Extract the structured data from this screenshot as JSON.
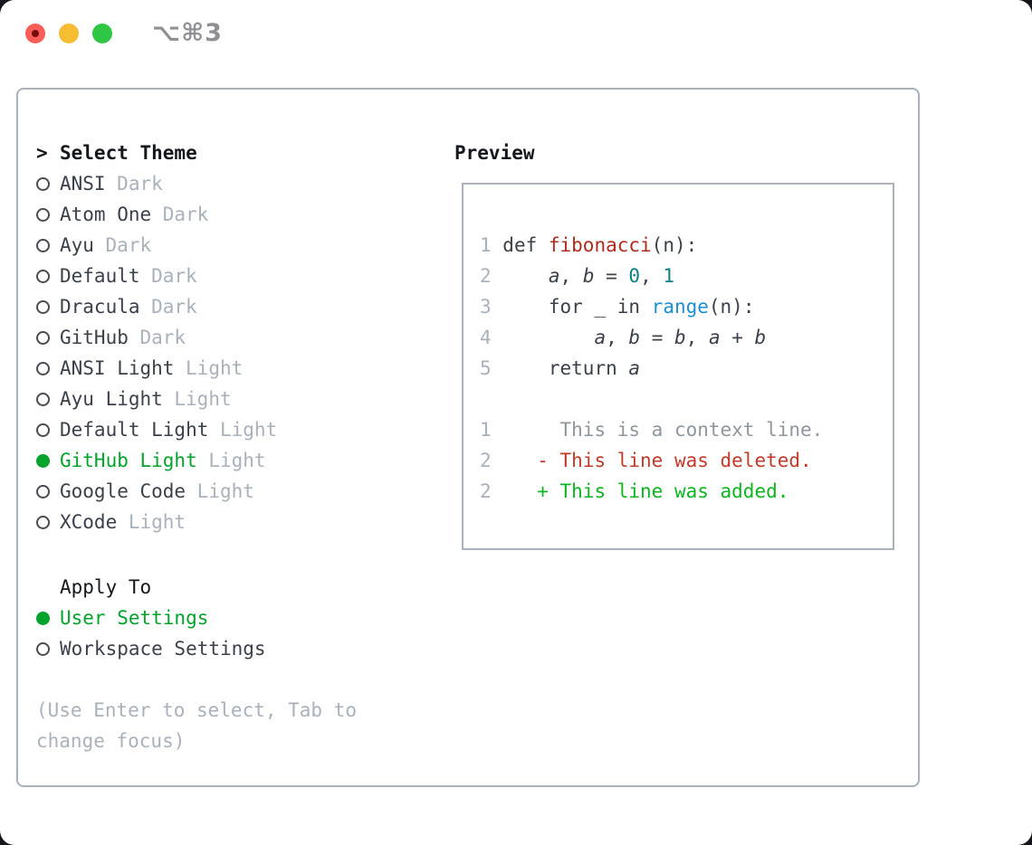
{
  "window": {
    "title": "⌥⌘3",
    "traffic_lights": [
      "close",
      "minimize",
      "zoom"
    ]
  },
  "colors": {
    "accent-green": "#03a32c",
    "added-green": "#0db520",
    "deleted-red": "#c23a28",
    "function-red": "#b12a1e",
    "number-teal": "#0c7f84",
    "builtin-blue": "#1a8fd1",
    "muted-gray": "#a9b1bb",
    "context-gray": "#8f969e",
    "text-dark": "#3b414b",
    "heading-black": "#14171c",
    "border-gray": "#a9b1bb",
    "traffic-red": "#f85e57",
    "traffic-yellow": "#f7bd32",
    "traffic-green": "#2fc646"
  },
  "theme_picker": {
    "prompt": ">",
    "title": "Select Theme",
    "items": [
      {
        "name": "ANSI",
        "variant": "Dark",
        "selected": false
      },
      {
        "name": "Atom One",
        "variant": "Dark",
        "selected": false
      },
      {
        "name": "Ayu",
        "variant": "Dark",
        "selected": false
      },
      {
        "name": "Default",
        "variant": "Dark",
        "selected": false
      },
      {
        "name": "Dracula",
        "variant": "Dark",
        "selected": false
      },
      {
        "name": "GitHub",
        "variant": "Dark",
        "selected": false
      },
      {
        "name": "ANSI Light",
        "variant": "Light",
        "selected": false
      },
      {
        "name": "Ayu Light",
        "variant": "Light",
        "selected": false
      },
      {
        "name": "Default Light",
        "variant": "Light",
        "selected": false
      },
      {
        "name": "GitHub Light",
        "variant": "Light",
        "selected": true
      },
      {
        "name": "Google Code",
        "variant": "Light",
        "selected": false
      },
      {
        "name": "XCode",
        "variant": "Light",
        "selected": false
      }
    ],
    "apply_to": {
      "label": "Apply To",
      "options": [
        {
          "label": "User Settings",
          "selected": true
        },
        {
          "label": "Workspace Settings",
          "selected": false
        }
      ]
    },
    "hint": "(Use Enter to select, Tab to change focus)"
  },
  "preview": {
    "label": "Preview",
    "code_lines": [
      {
        "num": "1",
        "segs": [
          {
            "t": "def ",
            "s": "d"
          },
          {
            "t": "fibonacci",
            "s": "fn"
          },
          {
            "t": "(n):",
            "s": "d"
          }
        ]
      },
      {
        "num": "2",
        "segs": [
          {
            "t": "    ",
            "s": "d"
          },
          {
            "t": "a",
            "s": "v"
          },
          {
            "t": ", ",
            "s": "d"
          },
          {
            "t": "b",
            "s": "v"
          },
          {
            "t": " = ",
            "s": "d"
          },
          {
            "t": "0",
            "s": "n"
          },
          {
            "t": ", ",
            "s": "d"
          },
          {
            "t": "1",
            "s": "n"
          }
        ]
      },
      {
        "num": "3",
        "segs": [
          {
            "t": "    for _ in ",
            "s": "d"
          },
          {
            "t": "range",
            "s": "b"
          },
          {
            "t": "(n):",
            "s": "d"
          }
        ]
      },
      {
        "num": "4",
        "segs": [
          {
            "t": "        ",
            "s": "d"
          },
          {
            "t": "a",
            "s": "v"
          },
          {
            "t": ", ",
            "s": "d"
          },
          {
            "t": "b",
            "s": "v"
          },
          {
            "t": " = ",
            "s": "d"
          },
          {
            "t": "b",
            "s": "v"
          },
          {
            "t": ", ",
            "s": "d"
          },
          {
            "t": "a",
            "s": "v"
          },
          {
            "t": " + ",
            "s": "d"
          },
          {
            "t": "b",
            "s": "v"
          }
        ]
      },
      {
        "num": "5",
        "segs": [
          {
            "t": "    return ",
            "s": "d"
          },
          {
            "t": "a",
            "s": "v"
          }
        ]
      },
      {
        "num": "",
        "segs": []
      },
      {
        "num": "1",
        "segs": [
          {
            "t": "     This is a context line.",
            "s": "ctx"
          }
        ]
      },
      {
        "num": "2",
        "segs": [
          {
            "t": "   ",
            "s": "d"
          },
          {
            "t": "- This line was deleted.",
            "s": "del"
          }
        ]
      },
      {
        "num": "2",
        "segs": [
          {
            "t": "   ",
            "s": "d"
          },
          {
            "t": "+ This line was added.",
            "s": "add"
          }
        ]
      }
    ]
  }
}
